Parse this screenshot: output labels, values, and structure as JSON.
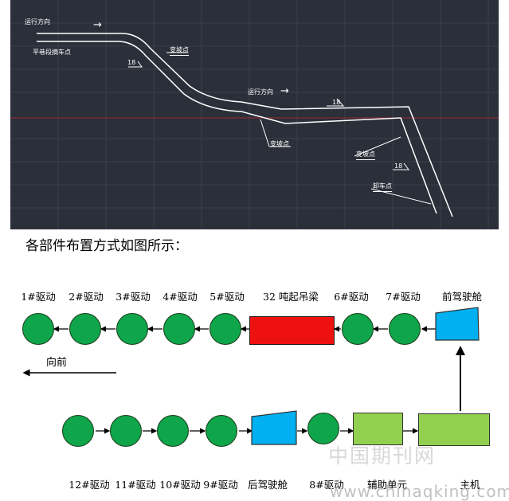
{
  "cad": {
    "run_dir_1": "运行方向",
    "run_dir_2": "运行方向",
    "arrow_glyph": "→",
    "stop_point": "平巷段摘车点",
    "slope_1": "变坡点",
    "slope_2": "变坡点",
    "slope_3": "变坡点",
    "unhook": "卸车点",
    "angle_1": "18",
    "angle_2": "18",
    "angle_3": "18"
  },
  "caption": "各部件布置方式如图所示：",
  "top_row": {
    "labels": [
      "1#驱动",
      "2#驱动",
      "3#驱动",
      "4#驱动",
      "5#驱动",
      "32 吨起吊梁",
      "6#驱动",
      "7#驱动",
      "前驾驶舱"
    ]
  },
  "forward_label": "向前",
  "bottom_row": {
    "labels": [
      "12#驱动",
      "11#驱动",
      "10#驱动",
      "9#驱动",
      "后驾驶舱",
      "8#驱动",
      "辅助单元",
      "主机"
    ]
  },
  "watermark": {
    "cn": "中国期刊网",
    "url": "www.chinaqking.com"
  },
  "colors": {
    "drive": "#0fa54a",
    "lifting_beam": "#ee1111",
    "cab": "#00b0f0",
    "unit": "#92d050",
    "cad_bg": "#2b2f3a"
  }
}
